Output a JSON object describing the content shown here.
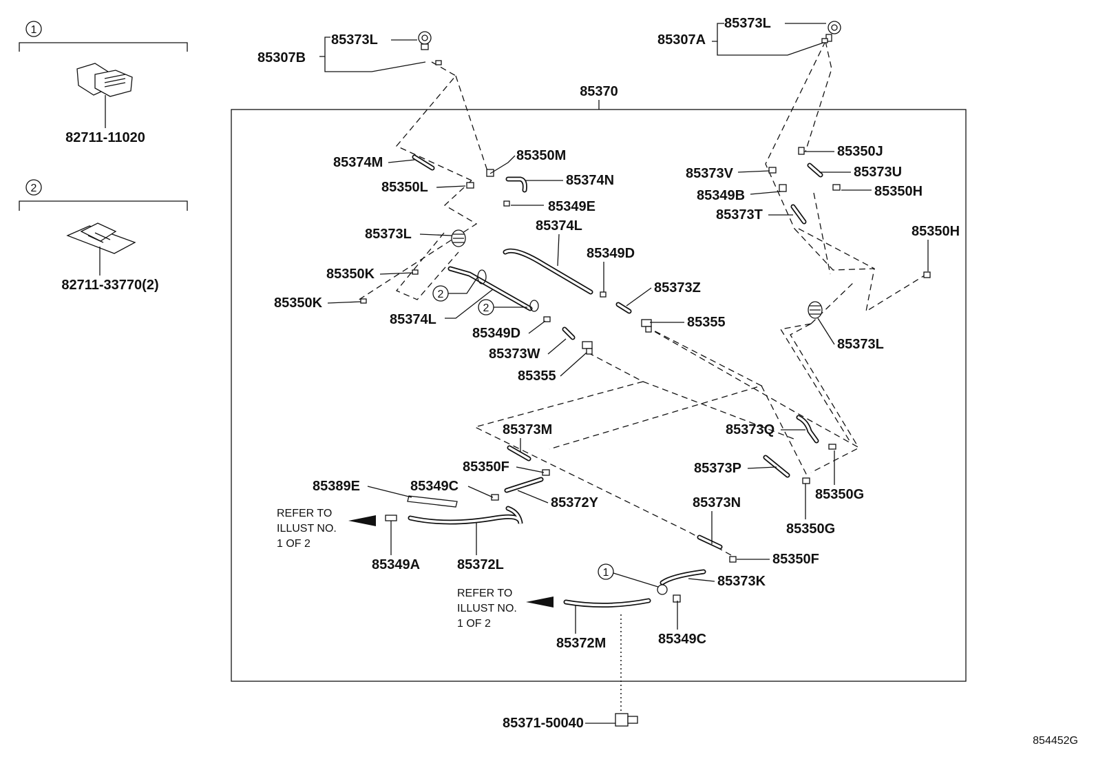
{
  "reference_code": "854452G",
  "assembly_label": "85370",
  "legend": [
    {
      "number": "1",
      "part_no": "82711-11020"
    },
    {
      "number": "2",
      "part_no": "82711-33770(2)"
    }
  ],
  "callouts": {
    "c1": "85307B",
    "c2": "85373L",
    "c3": "85307A",
    "c4": "85373L",
    "c5": "85374M",
    "c6": "85350M",
    "c7": "85350L",
    "c8": "85374N",
    "c9": "85349E",
    "c10": "85373L",
    "c11": "85374L",
    "c12": "85349D",
    "c13": "85350K",
    "c14": "85350K",
    "c15": "85374L",
    "c16": "85349D",
    "c17": "85373W",
    "c18": "85355",
    "c19": "85373Z",
    "c20": "85355",
    "c21": "85350J",
    "c22": "85373V",
    "c23": "85373U",
    "c24": "85349B",
    "c25": "85350H",
    "c26": "85373T",
    "c27": "85350H",
    "c28": "85373L",
    "c29": "85373M",
    "c30": "85350F",
    "c31": "85389E",
    "c32": "85349C",
    "c33": "85372Y",
    "c34": "85349A",
    "c35": "85372L",
    "c36": "85373Q",
    "c37": "85373P",
    "c38": "85350G",
    "c39": "85350G",
    "c40": "85373N",
    "c41": "85350F",
    "c42": "85373K",
    "c43": "85372M",
    "c44": "85349C",
    "c45": "85371-50040"
  },
  "refer_notes": [
    {
      "line1": "REFER TO",
      "line2": "ILLUST NO.",
      "line3": "1 OF 2"
    },
    {
      "line1": "REFER TO",
      "line2": "ILLUST NO.",
      "line3": "1 OF 2"
    }
  ],
  "clip_markers": [
    "2",
    "2",
    "1"
  ]
}
